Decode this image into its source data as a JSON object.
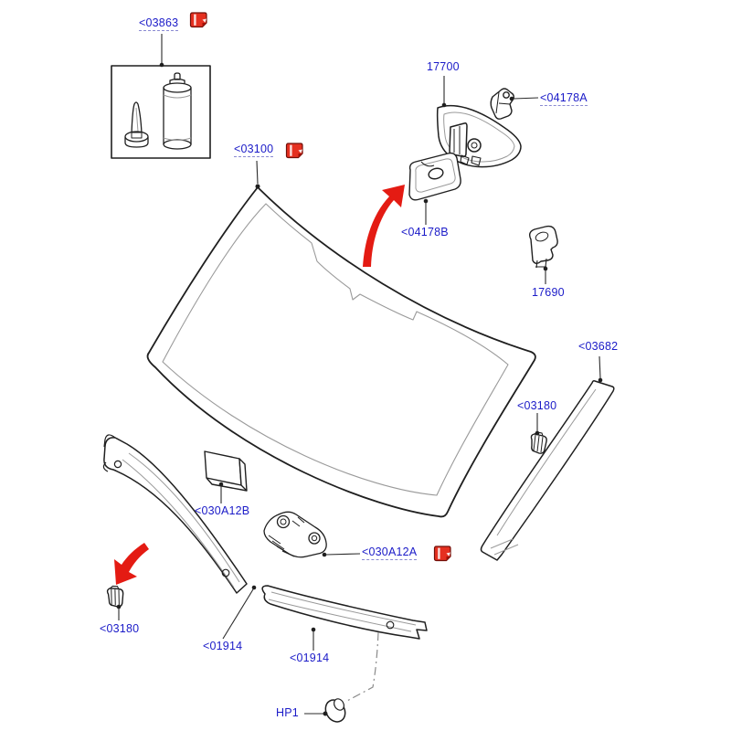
{
  "diagram": {
    "type": "vehicle-parts-exploded-diagram",
    "subject": "windshield-and-cowl-assembly",
    "background": "#ffffff",
    "colors": {
      "label_text": "#1b1bc8",
      "label_underline": "#8a8ad2",
      "line_art": "#1f1f1f",
      "line_art_soft": "#9a9a9a",
      "leader_line": "#2b2b2b",
      "highlight_red": "#e41b13",
      "icon_red": "#e53020",
      "icon_red_dark": "#70100a"
    },
    "labels": {
      "l_03863": "<03863",
      "l_03100": "<03100",
      "l_17700": "17700",
      "l_04178A": "<04178A",
      "l_04178B": "<04178B",
      "l_17690": "17690",
      "l_03682": "<03682",
      "l_03180_right": "<03180",
      "l_030A12B": "<030A12B",
      "l_030A12A": "<030A12A",
      "l_03180_left": "<03180",
      "l_01914_left": "<01914",
      "l_01914_right": "<01914",
      "l_HP1": "HP1"
    },
    "icons": {
      "related_parts": "red-catalog-clip-icon",
      "direction_arrows": "red-curved-arrow"
    }
  }
}
